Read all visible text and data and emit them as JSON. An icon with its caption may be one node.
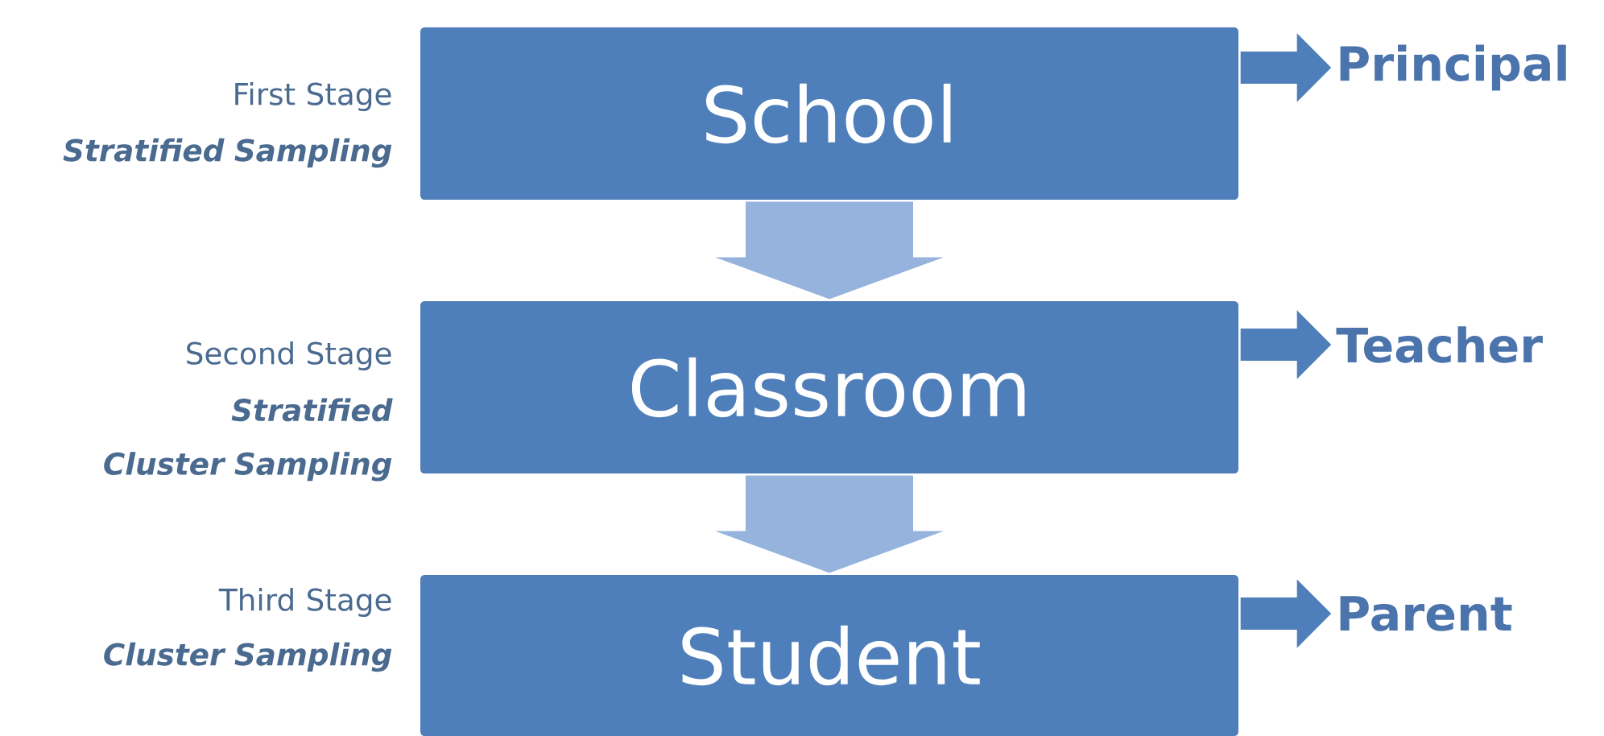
{
  "diagram": {
    "nodes": [
      {
        "text": [
          "School"
        ],
        "beside": [
          "First Stage",
          "Stratified Sampling"
        ]
      },
      {
        "text": [
          "Classroom"
        ],
        "beside": [
          "Second Stage",
          "Stratified Cluster Sampling"
        ]
      },
      {
        "text": [
          "Student"
        ],
        "beside": [
          "Third Stage",
          "Cluster Sampling"
        ]
      },
      {
        "text": [
          "Principal"
        ]
      },
      {
        "text": [
          "Teacher"
        ]
      },
      {
        "text": [
          "Parent"
        ]
      }
    ],
    "edges": [
      {
        "from": 0,
        "to": 1,
        "arrow": "to",
        "style": "thick",
        "color": "#95b3dd"
      },
      {
        "from": 1,
        "to": 2,
        "arrow": "to",
        "style": "thick",
        "color": "#95b3dd"
      },
      {
        "from": 0,
        "to": 3,
        "arrow": "to"
      },
      {
        "from": 1,
        "to": 4,
        "arrow": "to"
      },
      {
        "from": 2,
        "to": 5,
        "arrow": "to"
      }
    ]
  }
}
